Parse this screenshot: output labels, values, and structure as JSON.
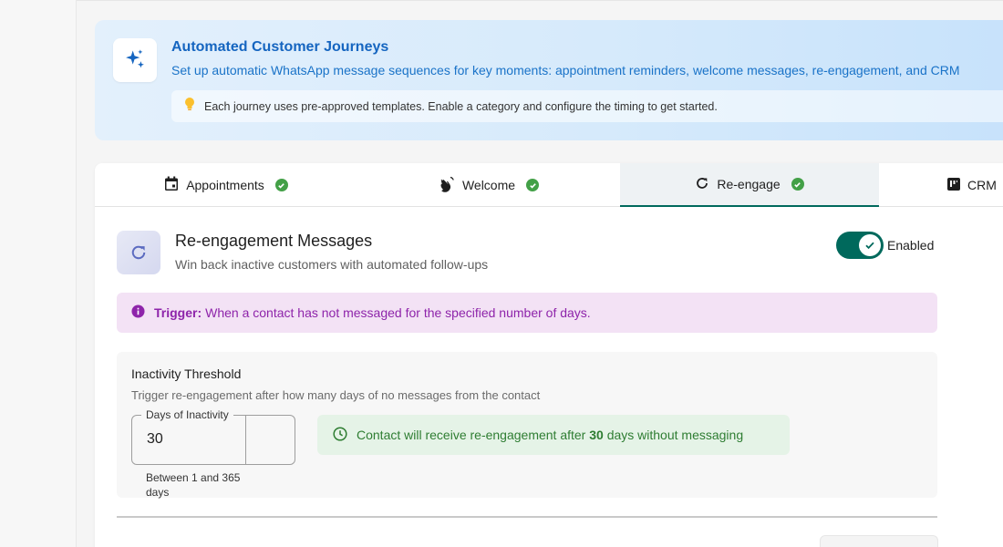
{
  "banner": {
    "title": "Automated Customer Journeys",
    "subtitle": "Set up automatic WhatsApp message sequences for key moments: appointment reminders, welcome messages, re-engagement, and CRM",
    "tip": "Each journey uses pre-approved templates. Enable a category and configure the timing to get started.",
    "icon": "sparkles-icon",
    "tip_icon": "lightbulb-icon"
  },
  "tabs": [
    {
      "label": "Appointments",
      "icon": "calendar-icon",
      "complete": true
    },
    {
      "label": "Welcome",
      "icon": "waving-hand-icon",
      "complete": true
    },
    {
      "label": "Re-engage",
      "icon": "refresh-icon",
      "complete": true,
      "active": true
    },
    {
      "label": "CRM",
      "icon": "kanban-icon"
    }
  ],
  "section": {
    "title": "Re-engagement Messages",
    "subtitle": "Win back inactive customers with automated follow-ups",
    "toggle_label": "Enabled",
    "enabled": true
  },
  "trigger": {
    "label": "Trigger:",
    "text": "When a contact has not messaged for the specified number of days."
  },
  "threshold": {
    "title": "Inactivity Threshold",
    "subtitle": "Trigger re-engagement after how many days of no messages from the contact",
    "field_label": "Days of Inactivity",
    "field_value": "30",
    "helper": "Between 1 and 365 days",
    "info_prefix": "Contact will receive re-engagement after",
    "info_value": "30",
    "info_suffix": "days without messaging"
  },
  "colors": {
    "accent": "#00695c",
    "banner_title": "#1565c0",
    "trigger_text": "#8e24aa",
    "success": "#2e7d32",
    "check": "#43a047"
  }
}
